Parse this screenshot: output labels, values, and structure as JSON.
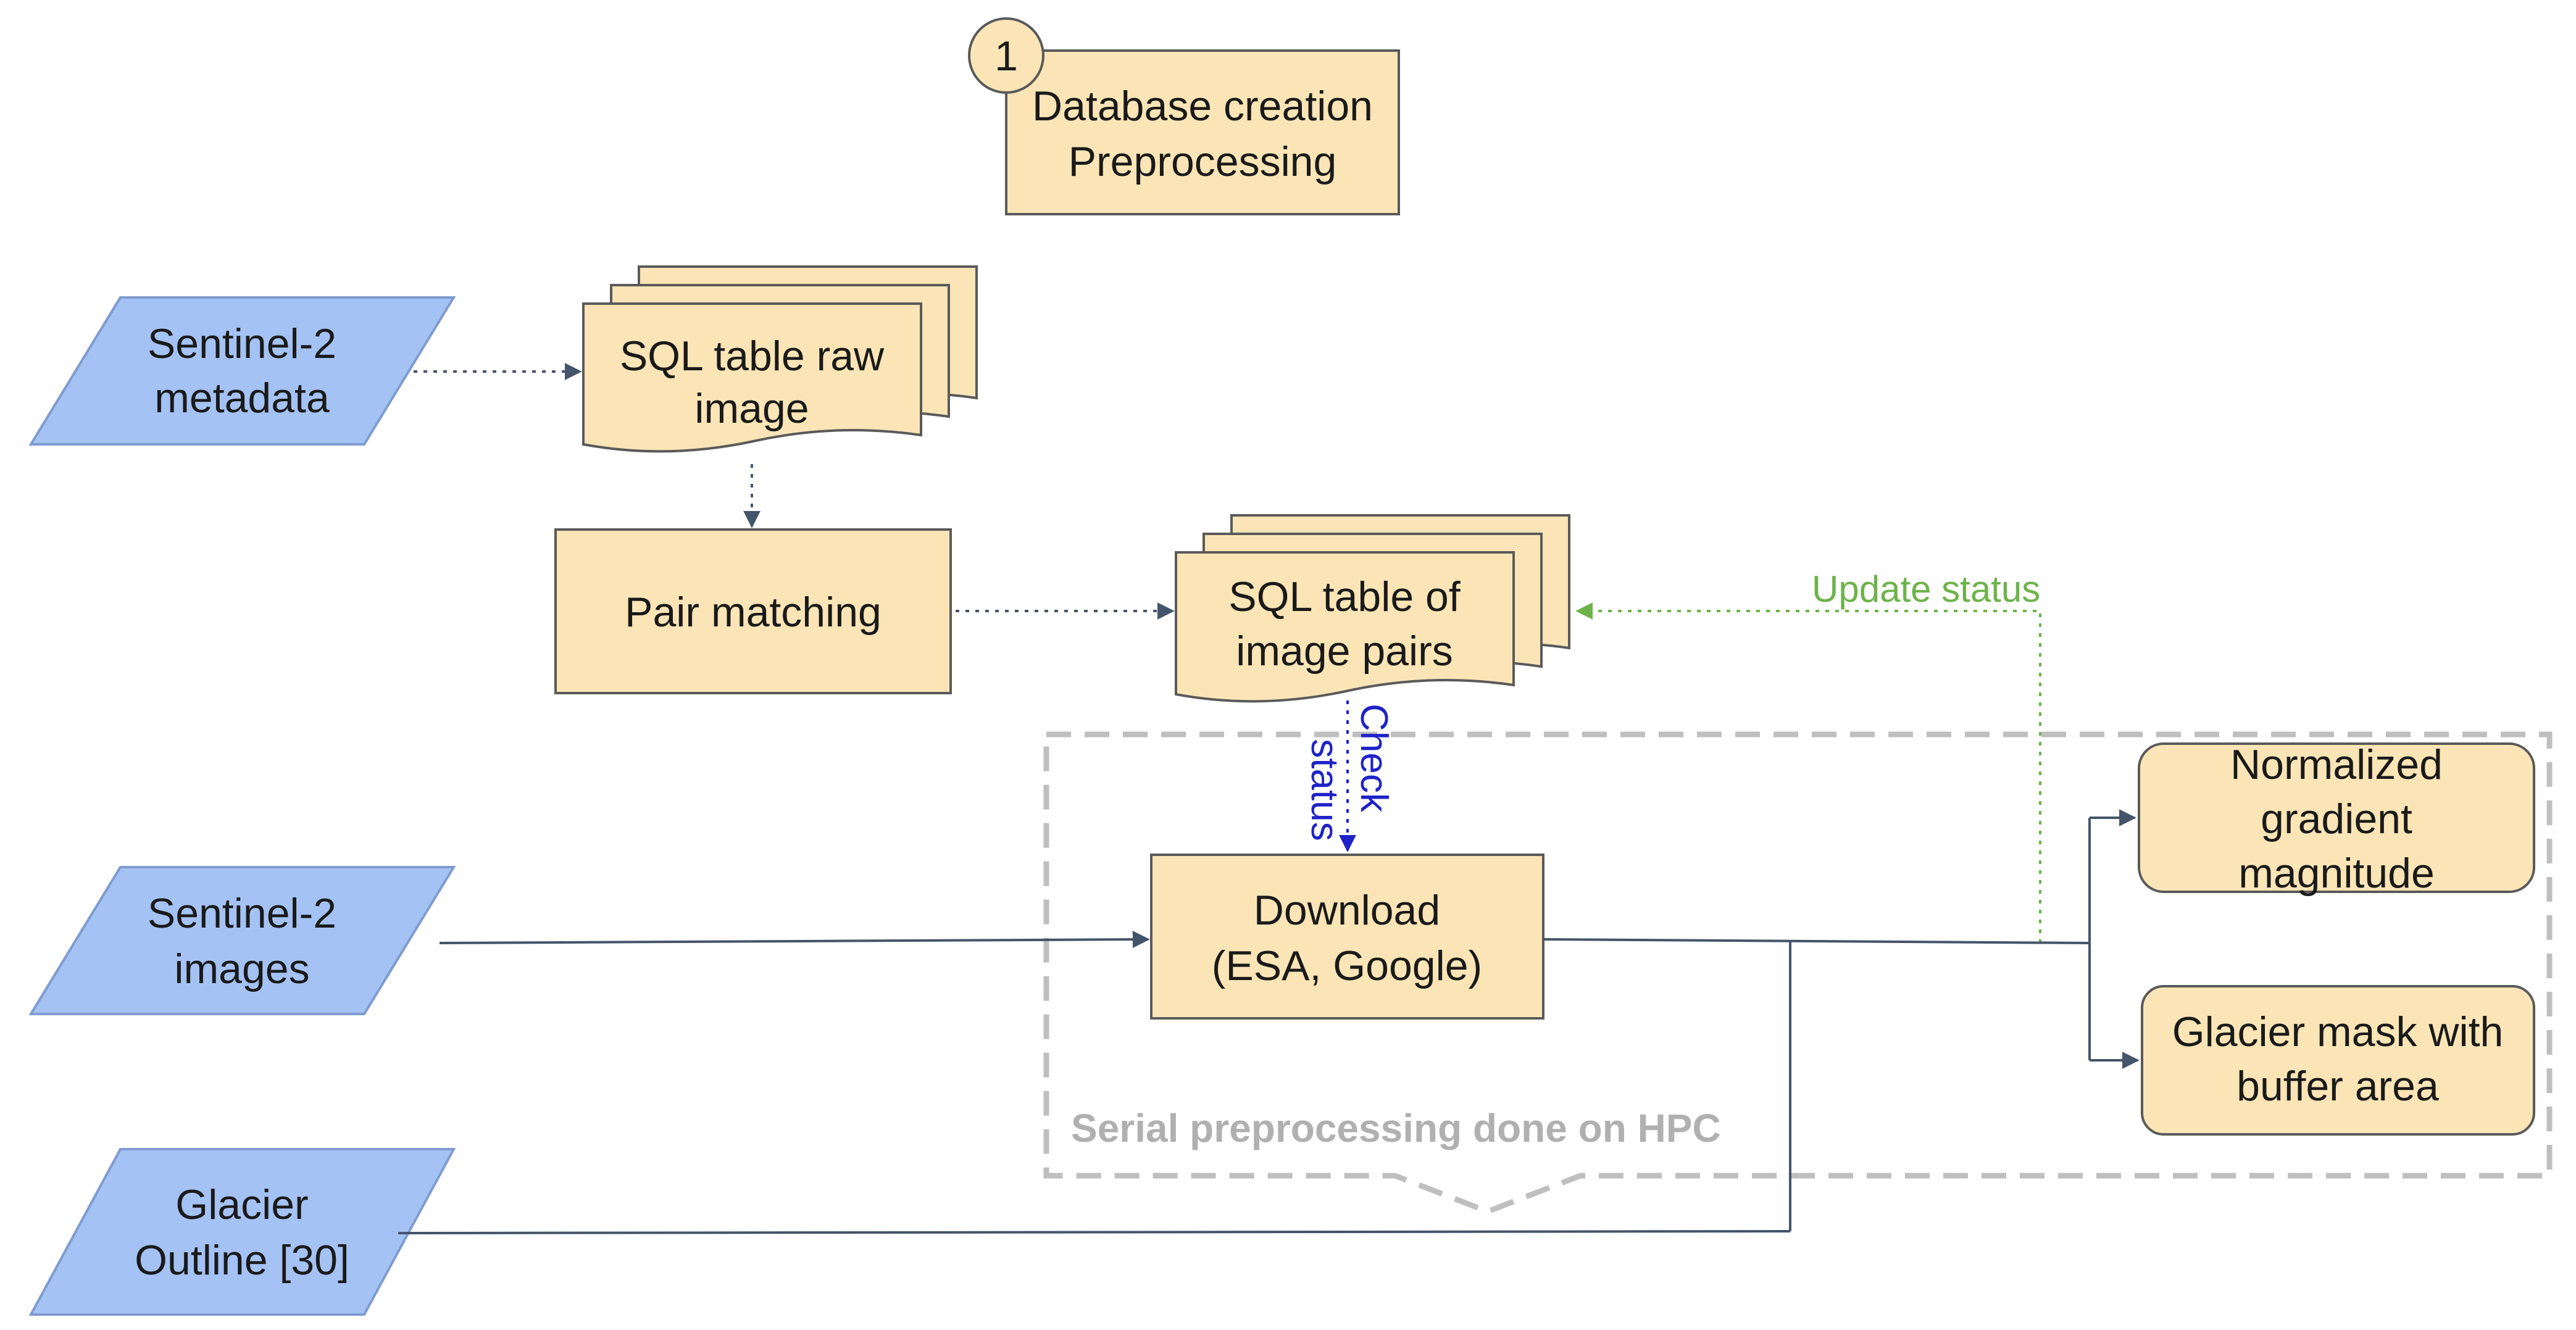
{
  "badge": {
    "number": "1"
  },
  "header_box": {
    "line1": "Database creation",
    "line2": "Preprocessing"
  },
  "inputs": {
    "metadata": {
      "line1": "Sentinel-2",
      "line2": "metadata"
    },
    "images": {
      "line1": "Sentinel-2",
      "line2": "images"
    },
    "outline": {
      "line1": "Glacier",
      "line2": "Outline [30]"
    }
  },
  "sql_raw": {
    "line1": "SQL table raw",
    "line2": "image"
  },
  "pair_matching": {
    "label": "Pair matching"
  },
  "sql_pairs": {
    "line1": "SQL table of",
    "line2": "image pairs"
  },
  "download": {
    "line1": "Download",
    "line2": "(ESA, Google)"
  },
  "check_status": {
    "word1": "Check",
    "word2": "status"
  },
  "update_status": {
    "label": "Update status"
  },
  "hpc_region": {
    "label": "Serial preprocessing done on HPC"
  },
  "outputs": {
    "gradient": {
      "line1": "Normalized",
      "line2": "gradient",
      "line3": "magnitude"
    },
    "mask": {
      "line1": "Glacier mask with",
      "line2": "buffer area"
    }
  },
  "colors": {
    "process_fill": "#fbe5b6",
    "input_fill": "#a4c2f4",
    "arrow": "#44546a",
    "check_status": "#1e22c8",
    "update_status": "#6db34a",
    "hpc_dash": "#bfbfbf"
  }
}
